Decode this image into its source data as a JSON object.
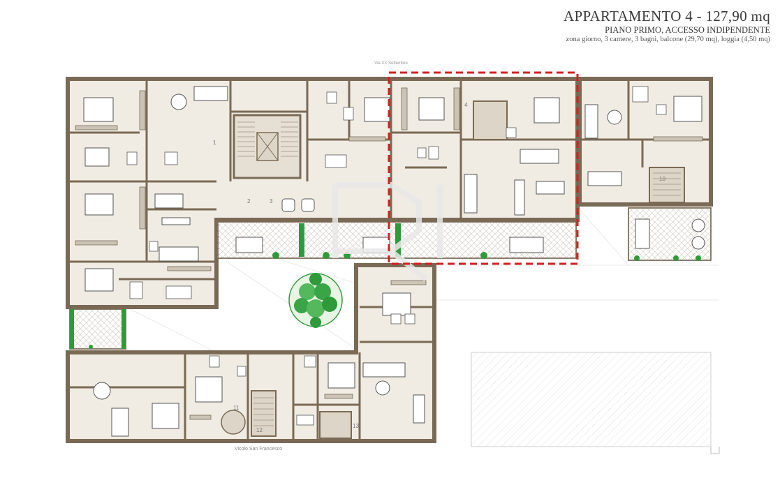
{
  "title": {
    "main": "APPARTAMENTO 4 - 127,90 mq",
    "subtitle": "PIANO PRIMO, ACCESSO INDIPENDENTE",
    "description": "zona giorno, 3 camere, 3 bagni, balcone (29,70 mq), loggia (4,50 mq)"
  },
  "streets": {
    "top": "Via XX Settembre",
    "bottom": "Vicolo San Francesco"
  },
  "unit_numbers": [
    "1",
    "2",
    "3",
    "4",
    "10",
    "11",
    "12",
    "13"
  ],
  "colors": {
    "wall": "#7a6a55",
    "room_fill": "#f0ece3",
    "highlight": "#d42020",
    "green": "#2f9a3a",
    "terrace": "#b8b0a0"
  }
}
